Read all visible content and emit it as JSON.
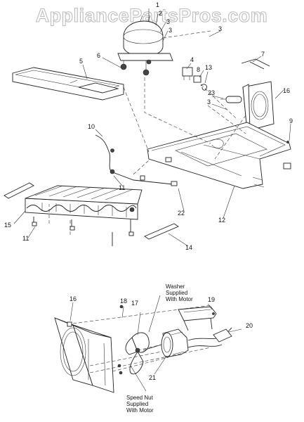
{
  "watermark": "AppliancePartsPros.com",
  "upper_callouts": {
    "c1": "1",
    "c2": "2",
    "c3a": "3",
    "c3b": "3",
    "c3c": "3",
    "c3d": "3",
    "c4": "4",
    "c5": "5",
    "c6": "6",
    "c7": "7",
    "c8": "8",
    "c9": "9",
    "c10": "10",
    "c11a": "11",
    "c11b": "11",
    "c12": "12",
    "c13": "13",
    "c14": "14",
    "c15": "15",
    "c16": "16",
    "c22": "22",
    "c23": "23"
  },
  "lower_callouts": {
    "c16": "16",
    "c17": "17",
    "c18": "18",
    "c19": "19",
    "c20": "20",
    "c21": "21"
  },
  "notes": {
    "washer_1": "Washer",
    "washer_2": "Supplied",
    "washer_3": "With Motor",
    "speed_1": "Speed Nut",
    "speed_2": "Supplied",
    "speed_3": "With Motor"
  }
}
